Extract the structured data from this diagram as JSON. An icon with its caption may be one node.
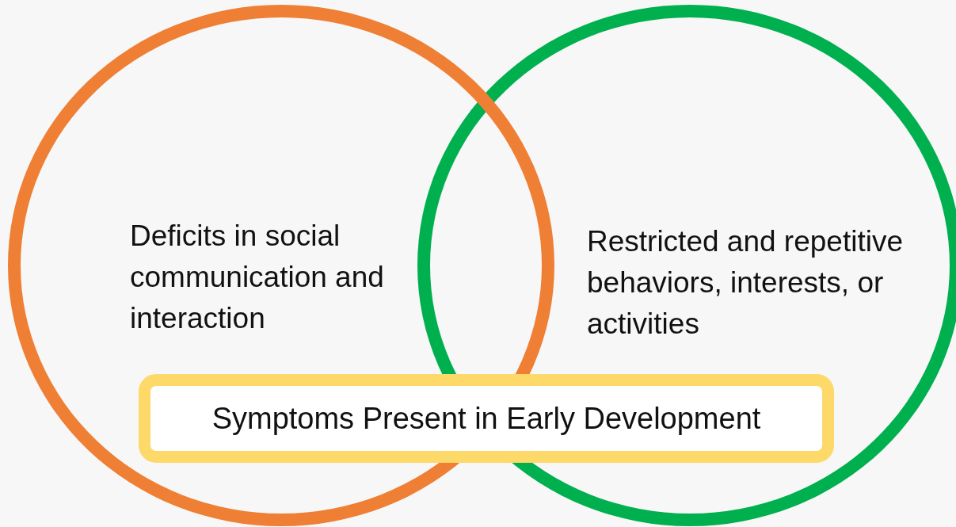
{
  "diagram": {
    "nodes": [
      {
        "text": [
          "Deficits in social communication and interaction"
        ]
      },
      {
        "text": [
          "Restricted and repetitive behaviors, interests, or activities"
        ]
      },
      {
        "text": [
          "Symptoms Present in Early Development"
        ]
      }
    ]
  }
}
